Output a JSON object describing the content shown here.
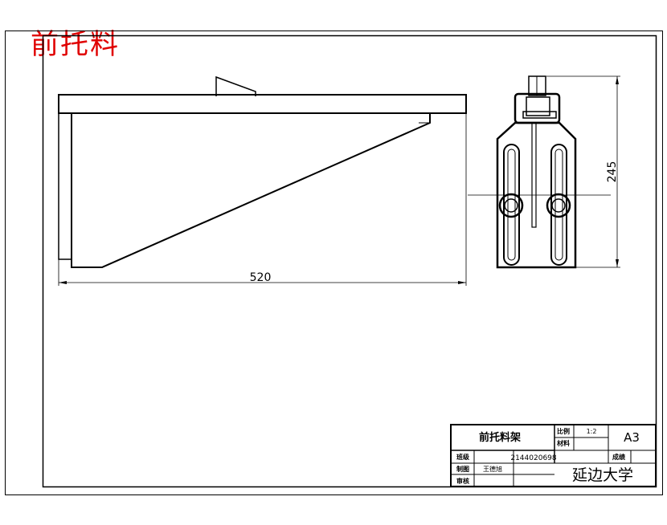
{
  "drawing": {
    "title": "前托料",
    "dimensions": {
      "length": "520",
      "height": "245"
    }
  },
  "title_block": {
    "part_name": "前托料架",
    "scale_label": "比例",
    "scale_value": "1:2",
    "material_label": "材料",
    "sheet_size": "A3",
    "class_label": "班级",
    "student_id": "2144020698",
    "score_label": "成绩",
    "drawn_label": "制图",
    "drawer_name": "王德旭",
    "review_label": "审核",
    "school": "延边大学"
  }
}
